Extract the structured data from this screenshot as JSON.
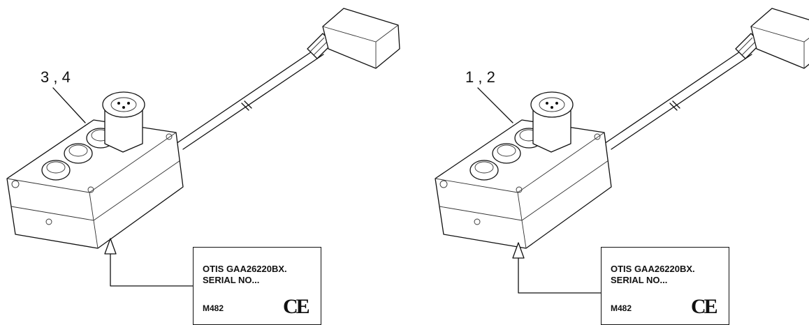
{
  "diagram": {
    "left_unit": {
      "callout": "3 , 4"
    },
    "right_unit": {
      "callout": "1 , 2"
    },
    "plate": {
      "line1": "OTIS   GAA26220BX.",
      "line2": "SERIAL NO...",
      "model": "M482",
      "mark": "CE"
    }
  }
}
